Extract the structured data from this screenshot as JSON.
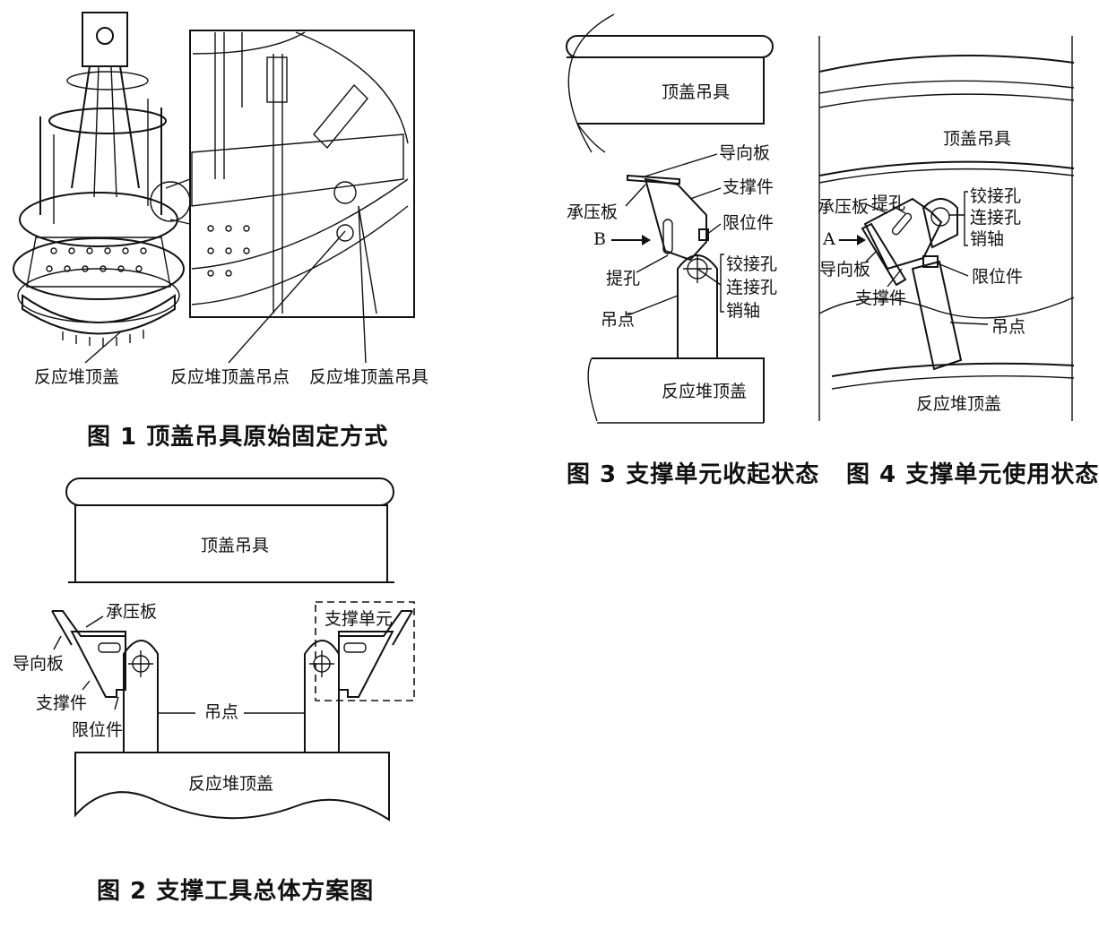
{
  "fig1": {
    "caption": "图 1   顶盖吊具原始固定方式",
    "labels": {
      "cover": "反应堆顶盖",
      "lift_point": "反应堆顶盖吊点",
      "lift_tool": "反应堆顶盖吊具"
    }
  },
  "fig2": {
    "caption": "图 2   支撑工具总体方案图",
    "labels": {
      "lift_tool": "顶盖吊具",
      "pressure_plate": "承压板",
      "guide_plate": "导向板",
      "support_piece": "支撑件",
      "limiter": "限位件",
      "lift_point": "吊点",
      "support_unit": "支撑单元",
      "cover": "反应堆顶盖"
    }
  },
  "fig3": {
    "caption": "图 3  支撑单元收起状态",
    "labels": {
      "lift_tool": "顶盖吊具",
      "guide_plate": "导向板",
      "pressure_plate": "承压板",
      "support_piece": "支撑件",
      "limiter": "限位件",
      "b_marker": "B",
      "lift_hole": "提孔",
      "hinge_hole": "铰接孔",
      "connect_hole": "连接孔",
      "pin": "销轴",
      "lift_point": "吊点",
      "cover": "反应堆顶盖"
    }
  },
  "fig4": {
    "caption": "图 4  支撑单元使用状态",
    "labels": {
      "lift_tool": "顶盖吊具",
      "pressure_plate": "承压板",
      "lift_hole": "提孔",
      "hinge_hole": "铰接孔",
      "connect_hole": "连接孔",
      "pin": "销轴",
      "a_marker": "A",
      "guide_plate": "导向板",
      "limiter": "限位件",
      "support_piece": "支撑件",
      "lift_point": "吊点",
      "cover": "反应堆顶盖"
    }
  }
}
